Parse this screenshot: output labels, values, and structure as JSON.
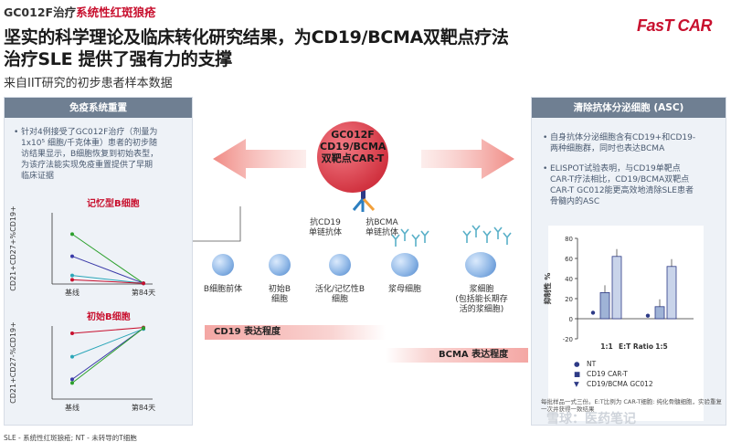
{
  "header": {
    "sup_title_prefix": "GC012F治疗",
    "sup_title_accent": "系统性红斑狼疮",
    "headline_line1": "坚实的科学理论及临床转化研究结果，为CD19/BCMA双靶点疗法",
    "headline_line2": "治疗SLE 提供了强有力的支撑",
    "subhead": "来自IIT研究的初步患者样本数据",
    "logo": "FasT CAR"
  },
  "left_panel": {
    "title": "免疫系统重置",
    "bullet": "针对4例接受了GC012F治疗（剂量为1x10⁵ 细胞/千克体重）患者的初步随访结果显示，B细胞恢复到初始表型，为该疗法能实现免疫重置提供了早期临床证据",
    "bullet_lines": [
      "针对4例接受了GC012F治疗（剂量为",
      "1x10⁵ 细胞/千克体重）患者的初步随",
      "访结果显示，B细胞恢复到初始表型，",
      "为该疗法能实现免疫重置提供了早期",
      "临床证据"
    ]
  },
  "right_panel": {
    "title": "清除抗体分泌细胞 (ASC)",
    "bullet1": "自身抗体分泌细胞含有CD19+和CD19-两种细胞群，同时也表达BCMA",
    "bullet1_lines": [
      "自身抗体分泌细胞含有CD19+和CD19-",
      "两种细胞群，同时也表达BCMA"
    ],
    "bullet2": "ELISPOT试验表明，与CD19单靶点CAR-T疗法相比，CD19/BCMA双靶点CAR-T GC012能更高效地清除SLE患者骨髓内的ASC",
    "bullet2_lines": [
      "ELISPOT试验表明，与CD19单靶点",
      "CAR-T疗法相比，CD19/BCMA双靶点",
      "CAR-T GC012能更高效地清除SLE患者",
      "骨髓内的ASC"
    ],
    "fine_print": "每批样品一式三份。E:T比例为 CAR-T细胞: 纯化骨髓细胞，实验重复一次并获得一致结果"
  },
  "center": {
    "cell_title_lines": [
      "GC012F",
      "CD19/BCMA",
      "双靶点CAR-T"
    ],
    "anti_cd19": "抗CD19\n单链抗体",
    "anti_cd19_lines": [
      "抗CD19",
      "单链抗体"
    ],
    "anti_bcma_lines": [
      "抗BCMA",
      "单链抗体"
    ],
    "cells": [
      {
        "lines": [
          "B细胞前体"
        ]
      },
      {
        "lines": [
          "初始B",
          "细胞"
        ]
      },
      {
        "lines": [
          "活化/记忆性B",
          "细胞"
        ]
      },
      {
        "lines": [
          "浆母细胞"
        ]
      },
      {
        "lines": [
          "浆细胞",
          "(包括能长期存",
          "活的浆细胞)"
        ]
      }
    ],
    "bar_cd19": "CD19 表达程度",
    "bar_bcma": "BCMA 表达程度"
  },
  "footer": {
    "text": "SLE - 系统性红斑狼疮; NT - 未转导的T细胞",
    "watermark": "雪球：医药笔记"
  },
  "colors": {
    "accent_red": "#c8102e",
    "panel_header": "#6f7f92",
    "panel_bg": "#eef2f7",
    "bar_red": "#f4b4b2"
  },
  "chart_data": [
    {
      "type": "line",
      "title": "记忆型B细胞",
      "ylabel": "CD21+CD27+%CD19+",
      "categories": [
        "基线",
        "第84天"
      ],
      "series": [
        {
          "color": "#2ca02c",
          "values": [
            70,
            1
          ]
        },
        {
          "color": "#3a3aa8",
          "values": [
            39,
            1
          ]
        },
        {
          "color": "#2aa6b8",
          "values": [
            12,
            1
          ]
        },
        {
          "color": "#c8102e",
          "values": [
            6,
            1
          ]
        }
      ]
    },
    {
      "type": "line",
      "title": "初始B细胞",
      "ylabel": "CD21+CD27-%CD19+",
      "categories": [
        "基线",
        "第84天"
      ],
      "series": [
        {
          "color": "#c8102e",
          "values": [
            90,
            98
          ]
        },
        {
          "color": "#2aa6b8",
          "values": [
            58,
            96
          ]
        },
        {
          "color": "#3a3aa8",
          "values": [
            27,
            97
          ]
        },
        {
          "color": "#2ca02c",
          "values": [
            22,
            97
          ]
        }
      ]
    },
    {
      "type": "bar",
      "ylabel": "抑制性 %",
      "xlabel": "E:T Ratio",
      "categories": [
        "1:1",
        "1:5"
      ],
      "yticks": [
        -20,
        0,
        20,
        40,
        60,
        80
      ],
      "ylim": [
        -20,
        80
      ],
      "series": [
        {
          "name": "NT",
          "values": [
            6,
            3
          ]
        },
        {
          "name": "CD19 CAR-T",
          "values": [
            26,
            12
          ]
        },
        {
          "name": "CD19/BCMA GC012",
          "values": [
            62,
            52
          ]
        }
      ]
    }
  ]
}
